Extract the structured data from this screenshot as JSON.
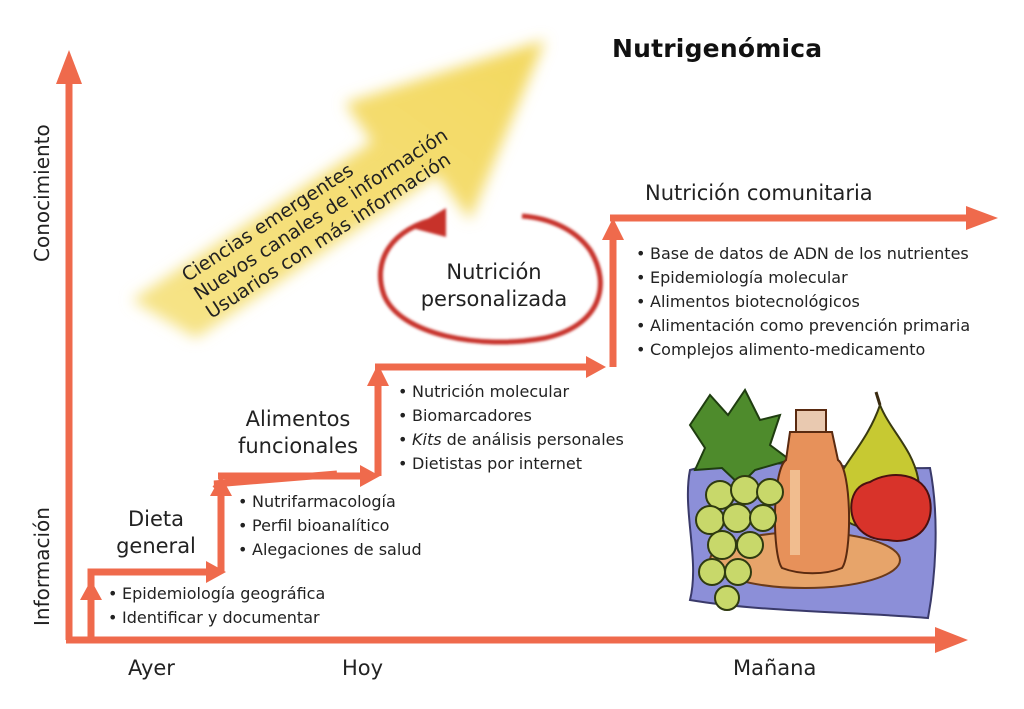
{
  "title": "Nutrigenómica",
  "axes": {
    "y_top_label": "Conocimiento",
    "y_bottom_label": "Información",
    "x_labels": [
      "Ayer",
      "Hoy",
      "Mañana"
    ]
  },
  "trend_arrow_lines": [
    "Ciencias emergentes",
    "Nuevos canales de información",
    "Usuarios con más información"
  ],
  "stages": [
    {
      "label": "Dieta general",
      "bullets": [
        "Epidemiología geográfica",
        "Identificar y documentar"
      ]
    },
    {
      "label": "Alimentos funcionales",
      "bullets": [
        "Nutrifarmacología",
        "Perfil bioanalítico",
        "Alegaciones de salud"
      ]
    },
    {
      "label": "Nutrición personalizada",
      "bullets": [
        "Nutrición molecular",
        "Biomarcadores",
        "Kits de análisis personales",
        "Dietistas por internet"
      ]
    },
    {
      "label": "Nutrición comunitaria",
      "bullets": [
        "Base de datos de ADN de los nutrientes",
        "Epidemiología molecular",
        "Alimentos biotecnológicos",
        "Alimentación como prevención primaria",
        "Complejos alimento-medicamento"
      ]
    }
  ],
  "colors": {
    "step_arrow": "#ef6a4c",
    "cycle_arrow": "#c7322c",
    "trend_arrow": "#f5e07a"
  }
}
